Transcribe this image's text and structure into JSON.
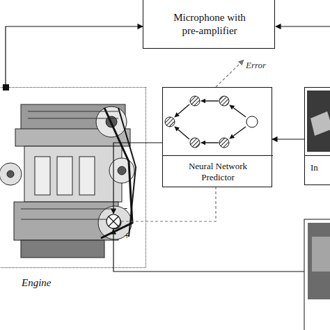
{
  "diagram": {
    "nodes": [
      {
        "text": [
          "Microphone with pre-amplifier"
        ]
      },
      {
        "text": [
          "Engine"
        ]
      },
      {
        "text": [
          "Neural Network Predictor"
        ]
      },
      {
        "text": [
          "In"
        ]
      }
    ],
    "edges": [
      {
        "from": 1,
        "to": 0,
        "arrow": "to"
      },
      {
        "from": 3,
        "to": 2,
        "arrow": "to"
      }
    ],
    "labels": [
      "Error",
      "-",
      "+"
    ]
  }
}
